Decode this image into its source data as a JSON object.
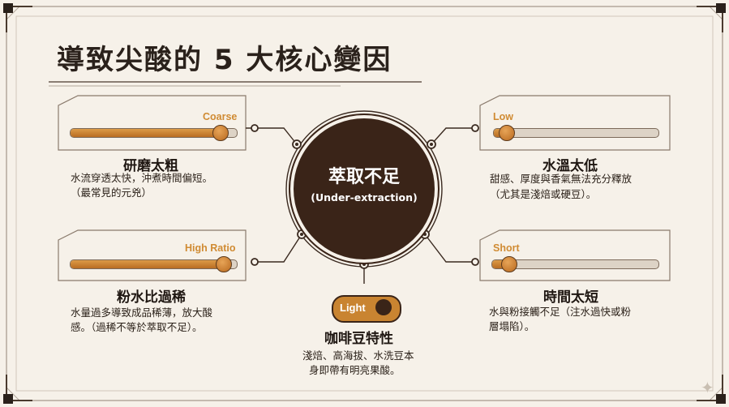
{
  "title": "導致尖酸的 5 大核心變因",
  "center": {
    "title": "萃取不足",
    "subtitle": "(Under-extraction)"
  },
  "factors": {
    "grind": {
      "slider_label": "Coarse",
      "level": 0.9,
      "heading": "研磨太粗",
      "desc_line1": "水流穿透太快，沖煮時間偏短。",
      "desc_line2": "（最常見的元兇）"
    },
    "ratio": {
      "slider_label": "High Ratio",
      "level": 0.92,
      "heading": "粉水比過稀",
      "desc_line1": "水量過多導致成品稀薄，放大酸",
      "desc_line2": "感。（過稀不等於萃取不足）。"
    },
    "temp": {
      "slider_label": "Low",
      "level": 0.08,
      "heading": "水溫太低",
      "desc_line1": "甜感、厚度與香氣無法充分釋放",
      "desc_line2": "（尤其是淺焙或硬豆）。"
    },
    "time": {
      "slider_label": "Short",
      "level": 0.1,
      "heading": "時間太短",
      "desc_line1": "水與粉接觸不足（注水過快或粉",
      "desc_line2": "層塌陷）。"
    },
    "bean": {
      "toggle_label": "Light",
      "heading": "咖啡豆特性",
      "desc_line1": "淺焙、高海拔、水洗豆本",
      "desc_line2": "身即帶有明亮果酸。"
    }
  },
  "colors": {
    "background": "#f6f1e9",
    "accent": "#c98431",
    "dark": "#3a2418",
    "track": "#ddd3c6"
  },
  "decorative_icon": "sparkle-icon"
}
